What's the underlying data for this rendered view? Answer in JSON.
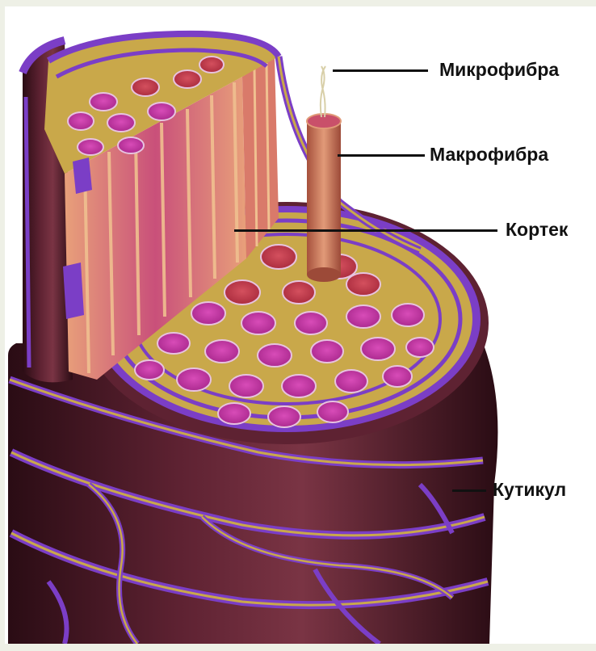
{
  "labels": {
    "microfibril": "Микрофибра",
    "macrofibril": "Макрофибра",
    "cortex": "Кортек",
    "cuticle": "Кутикул"
  },
  "colors": {
    "cuticle_dark": "#3d1420",
    "cuticle_mid": "#6b2a3c",
    "cuticle_edge": "#7b3ec6",
    "matrix": "#c9a84a",
    "fibril_fill": "#c33ca6",
    "fibril_edge": "#e7c3e0",
    "cortex_pink": "#c94f78",
    "macrofibril": "#c9785e",
    "leader_line": "#111111"
  }
}
